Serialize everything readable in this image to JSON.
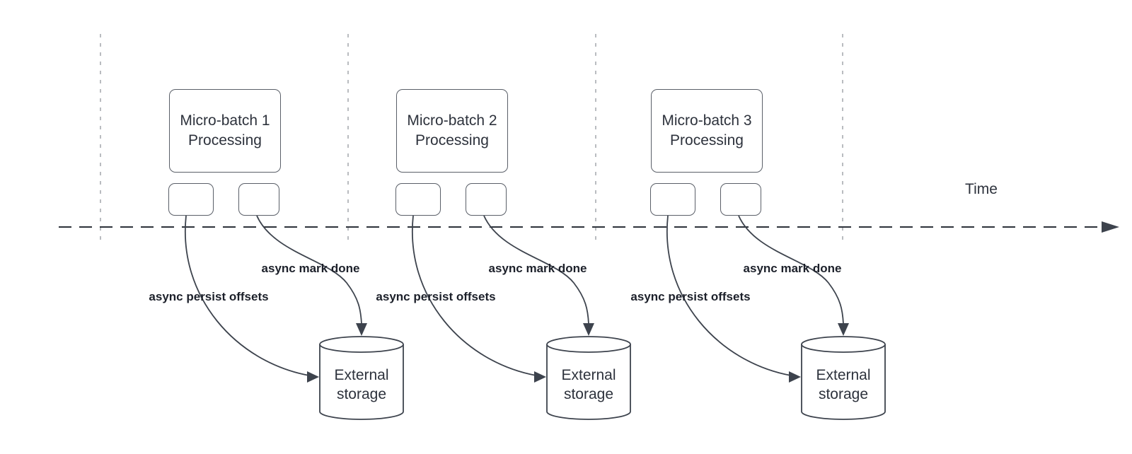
{
  "diagram": {
    "timeline_label": "Time",
    "units": [
      {
        "title_lines": [
          "Micro-batch 1",
          "Processing"
        ],
        "persist_label": "async persist offsets",
        "mark_label": "async mark done",
        "storage_lines": [
          "External",
          "storage"
        ]
      },
      {
        "title_lines": [
          "Micro-batch 2",
          "Processing"
        ],
        "persist_label": "async persist offsets",
        "mark_label": "async mark done",
        "storage_lines": [
          "External",
          "storage"
        ]
      },
      {
        "title_lines": [
          "Micro-batch 3",
          "Processing"
        ],
        "persist_label": "async persist offsets",
        "mark_label": "async mark done",
        "storage_lines": [
          "External",
          "storage"
        ]
      }
    ]
  },
  "colors": {
    "background": "#ffffff",
    "guide_line": "#a8abb0",
    "timeline": "#2d323a",
    "connector": "#3d434d",
    "box_border": "#5a5f68",
    "title_text": "#2d323c",
    "edge_label_text": "#1c202a"
  }
}
